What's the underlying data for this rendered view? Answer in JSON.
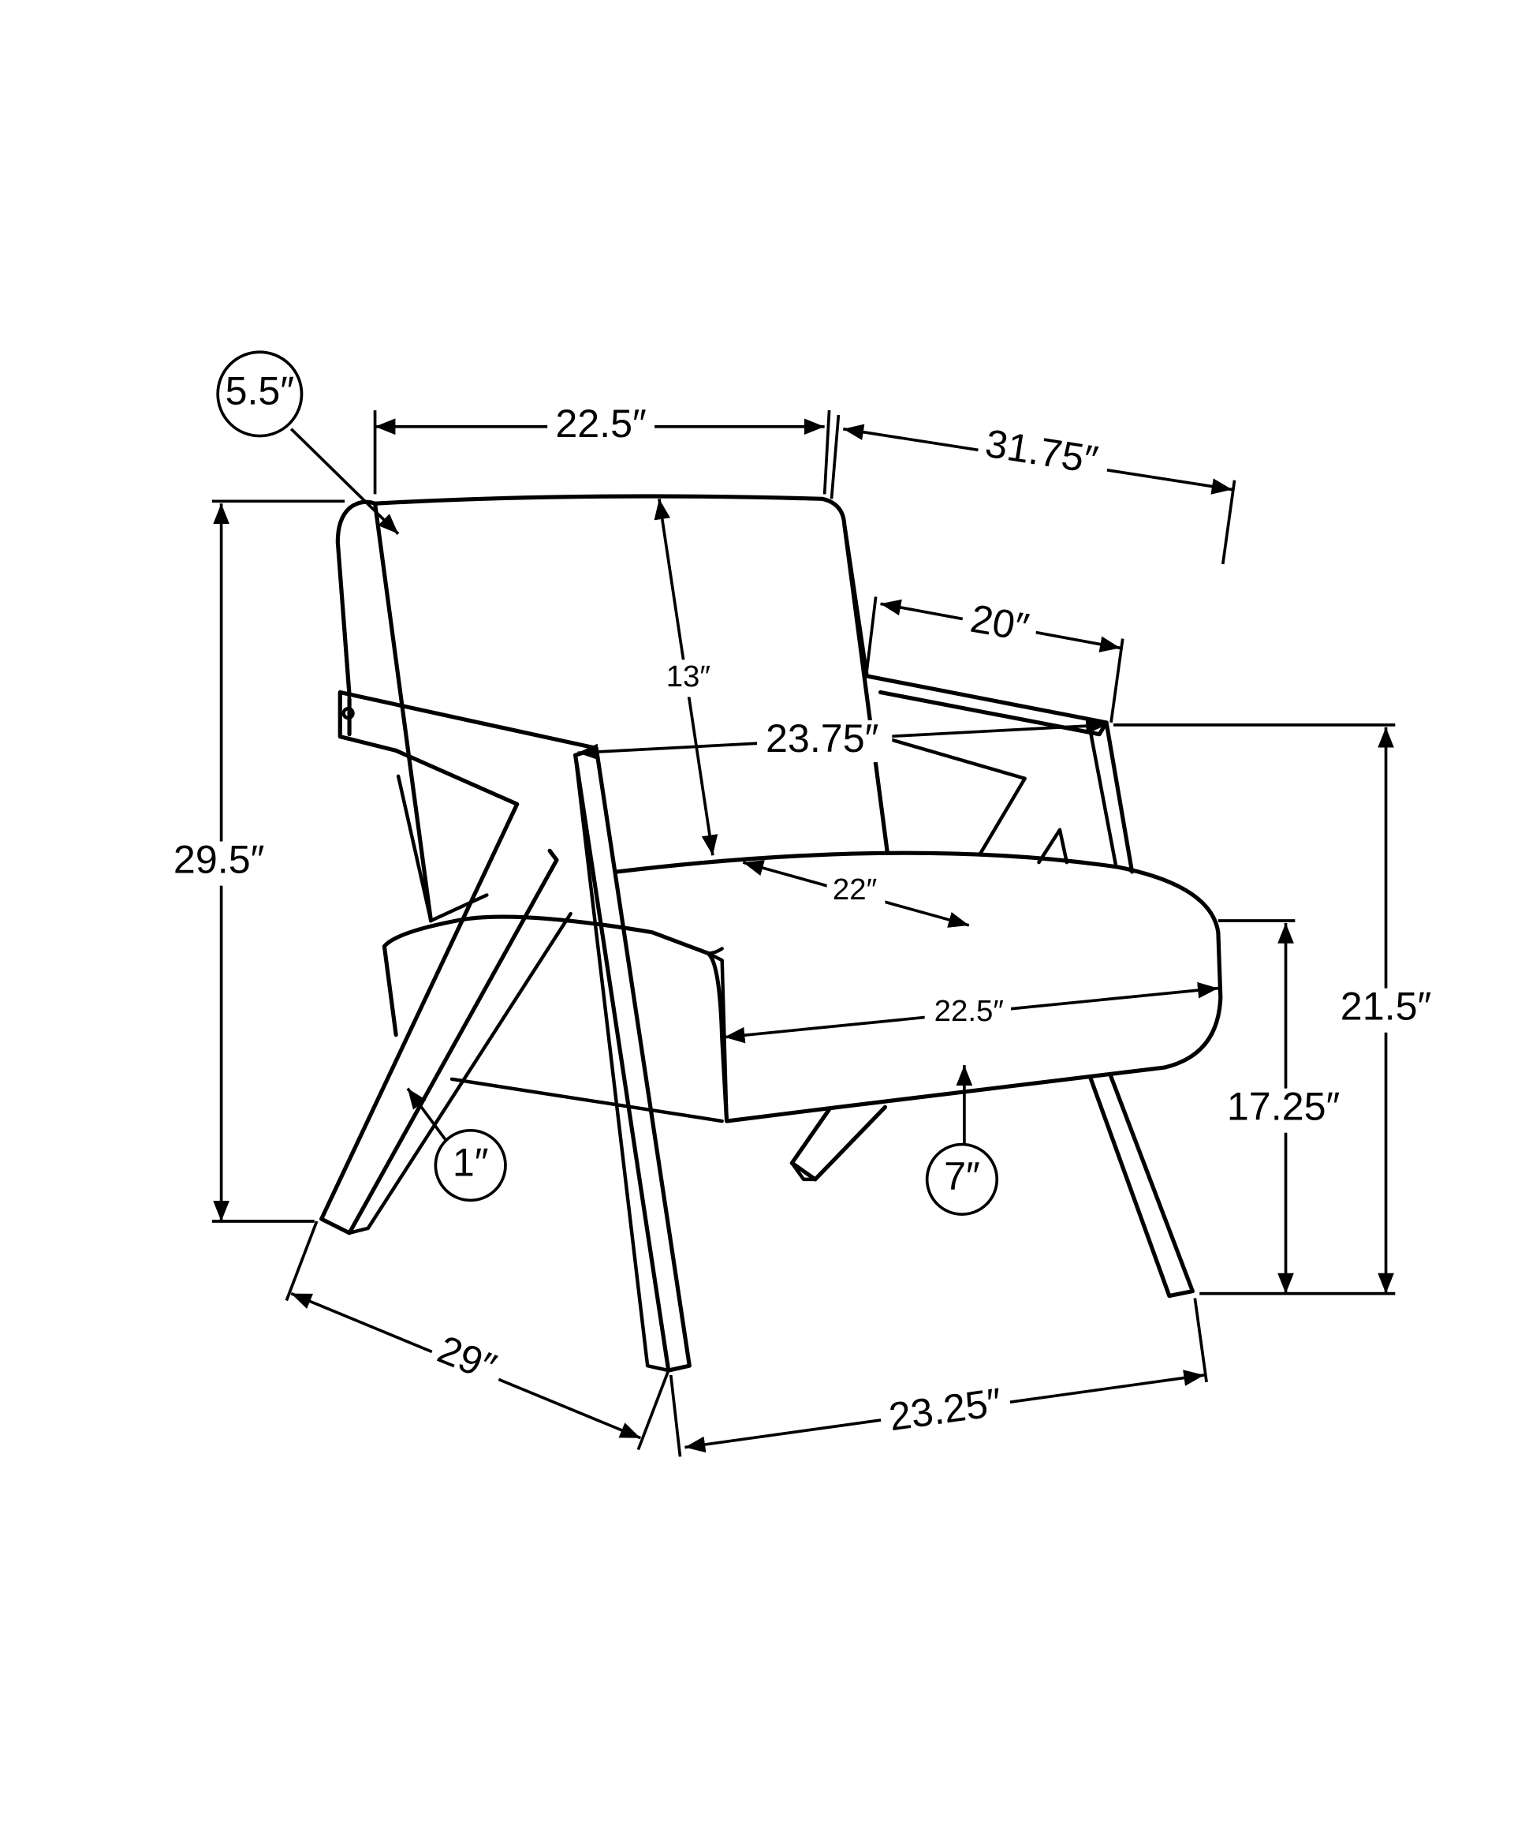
{
  "dimensions": {
    "back_width": "22.5″",
    "overall_depth": "31.75″",
    "back_cushion_thickness": "5.5″",
    "arm_length": "20″",
    "back_height": "13″",
    "inside_width": "23.75″",
    "seat_depth": "22″",
    "seat_width": "22.5″",
    "overall_height": "29.5″",
    "arm_height": "21.5″",
    "seat_height": "17.25″",
    "frame_thickness": "1″",
    "seat_cushion_thickness": "7″",
    "base_depth": "29″",
    "base_width": "23.25″"
  }
}
